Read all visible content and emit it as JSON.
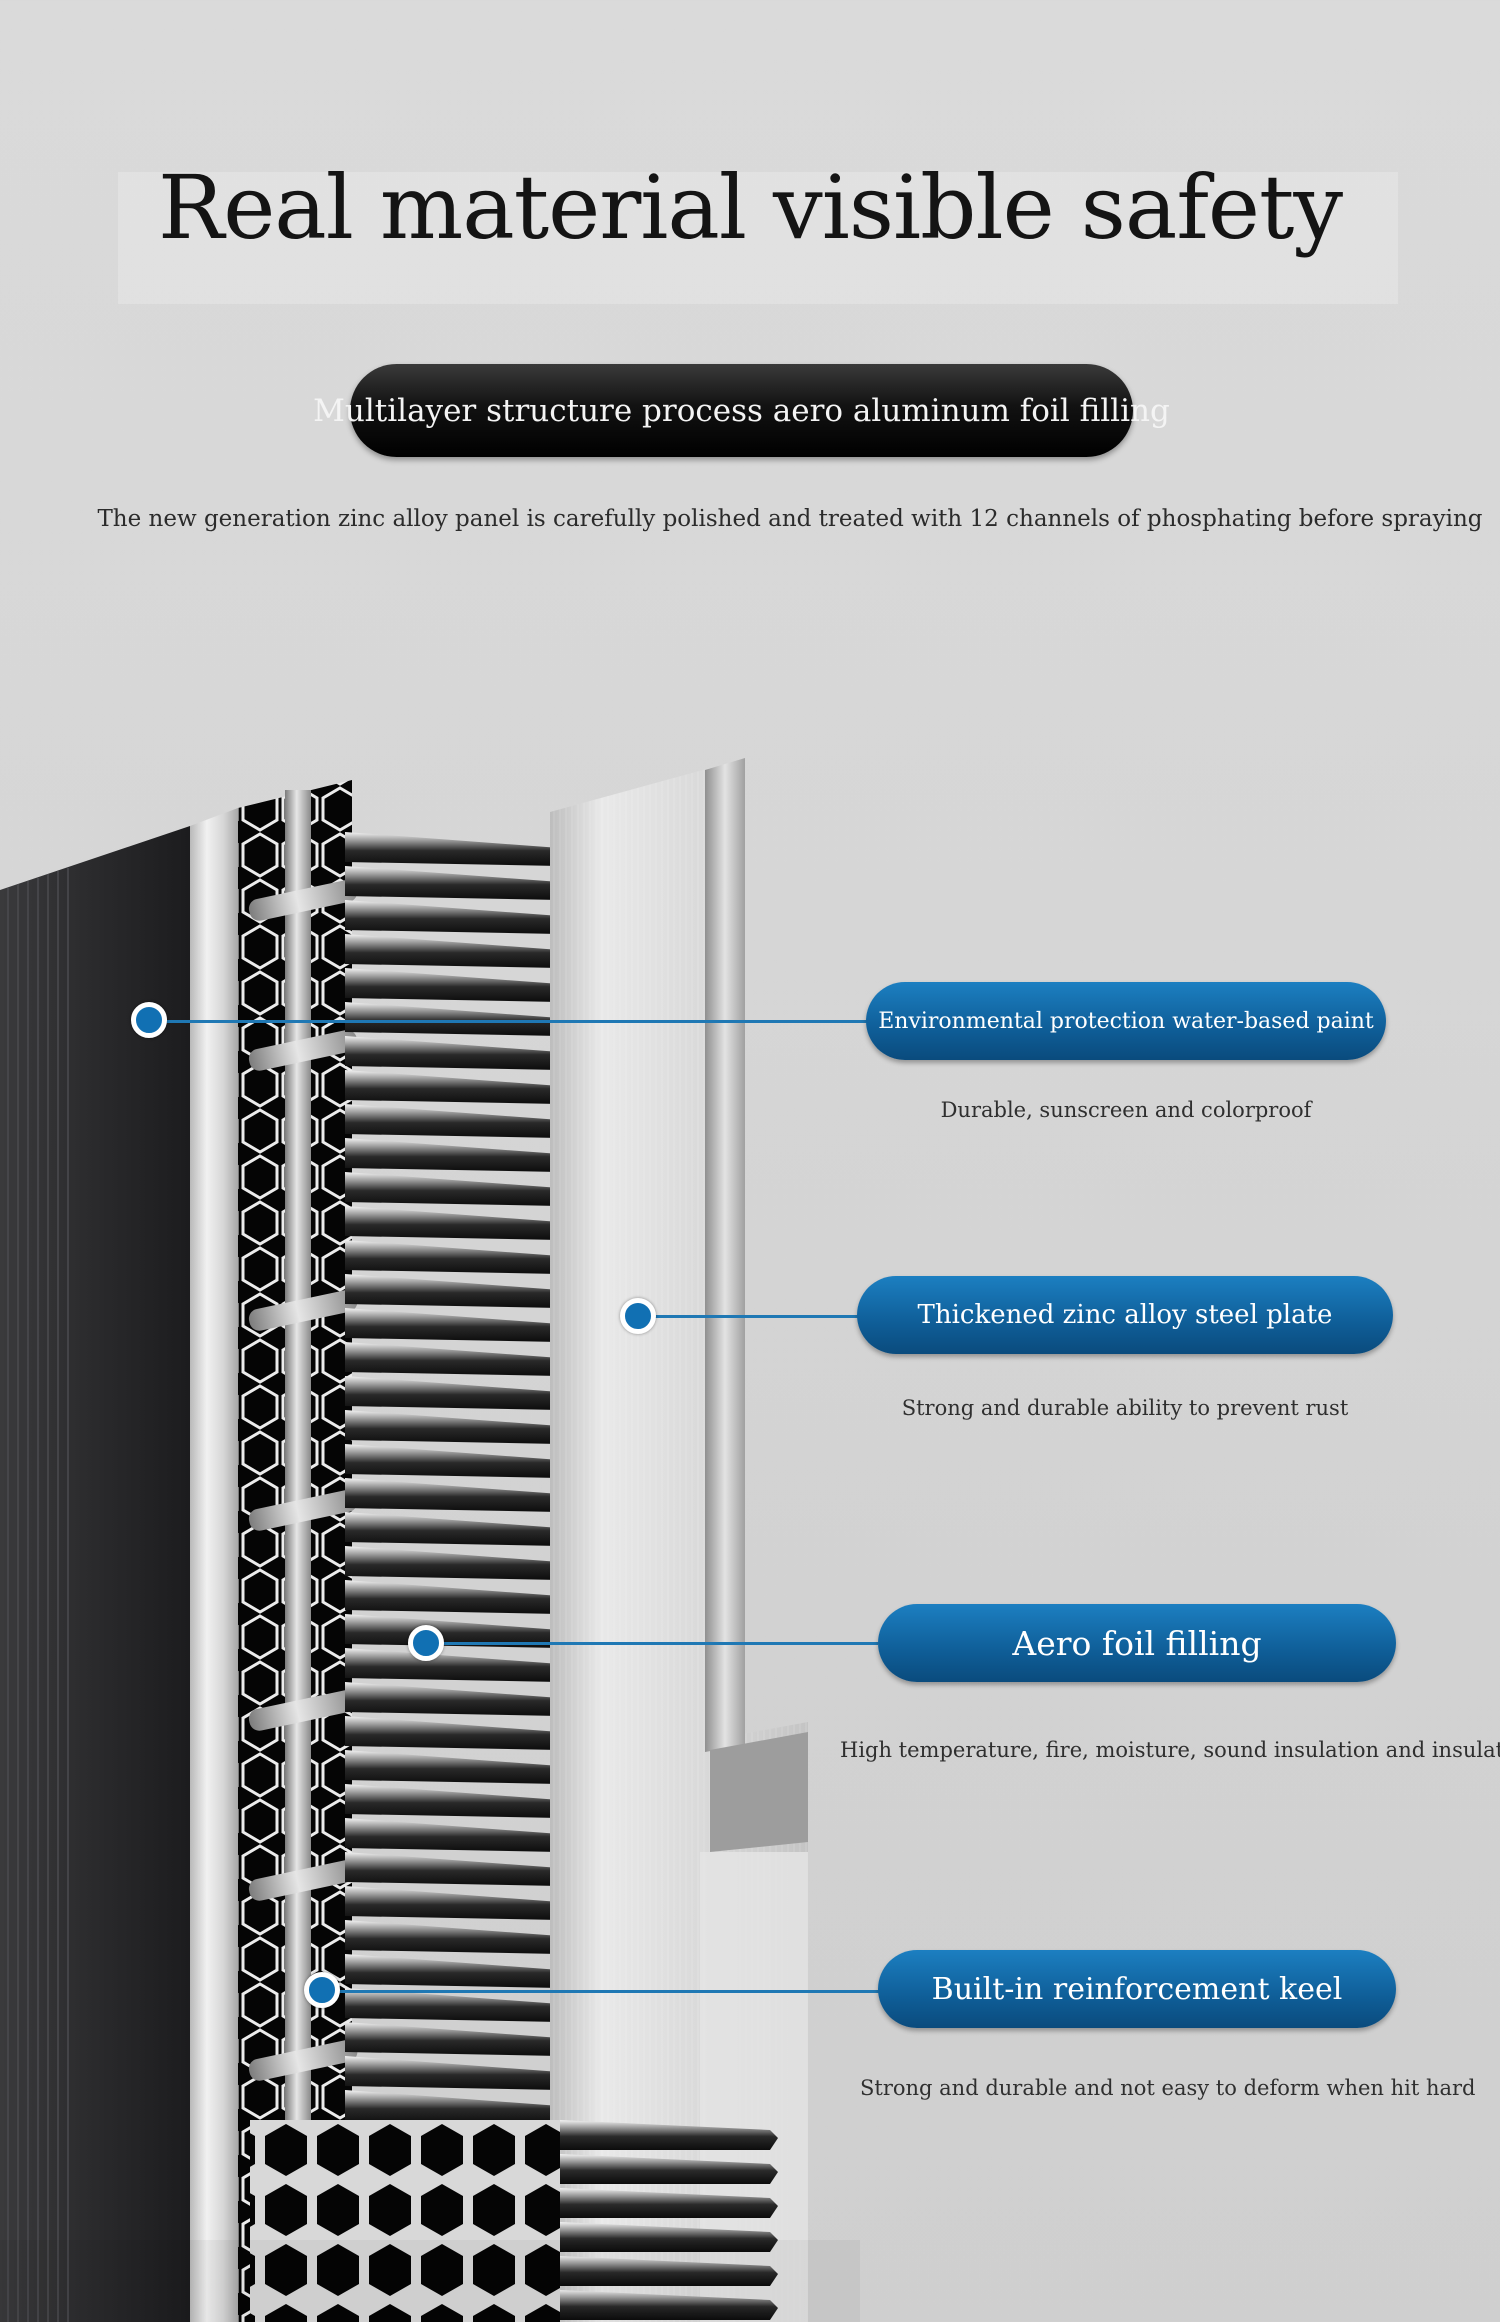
{
  "header": {
    "title": "Real material visible safety",
    "subtitle": "Multilayer structure process aero aluminum foil filling",
    "intro": "The new generation zinc alloy panel is carefully polished and treated with 12 channels of phosphating before spraying"
  },
  "callouts": [
    {
      "label": "Environmental protection water-based paint",
      "description": "Durable, sunscreen and colorproof"
    },
    {
      "label": "Thickened zinc alloy steel plate",
      "description": "Strong and durable ability to prevent rust"
    },
    {
      "label": "Aero foil filling",
      "description": "High temperature, fire, moisture, sound insulation and insulation"
    },
    {
      "label": "Built-in reinforcement keel",
      "description": "Strong and durable and not easy to deform when hit hard"
    }
  ],
  "colors": {
    "accent": "#1170b3",
    "pill_dark": "#121212",
    "background": "#d6d6d6"
  }
}
